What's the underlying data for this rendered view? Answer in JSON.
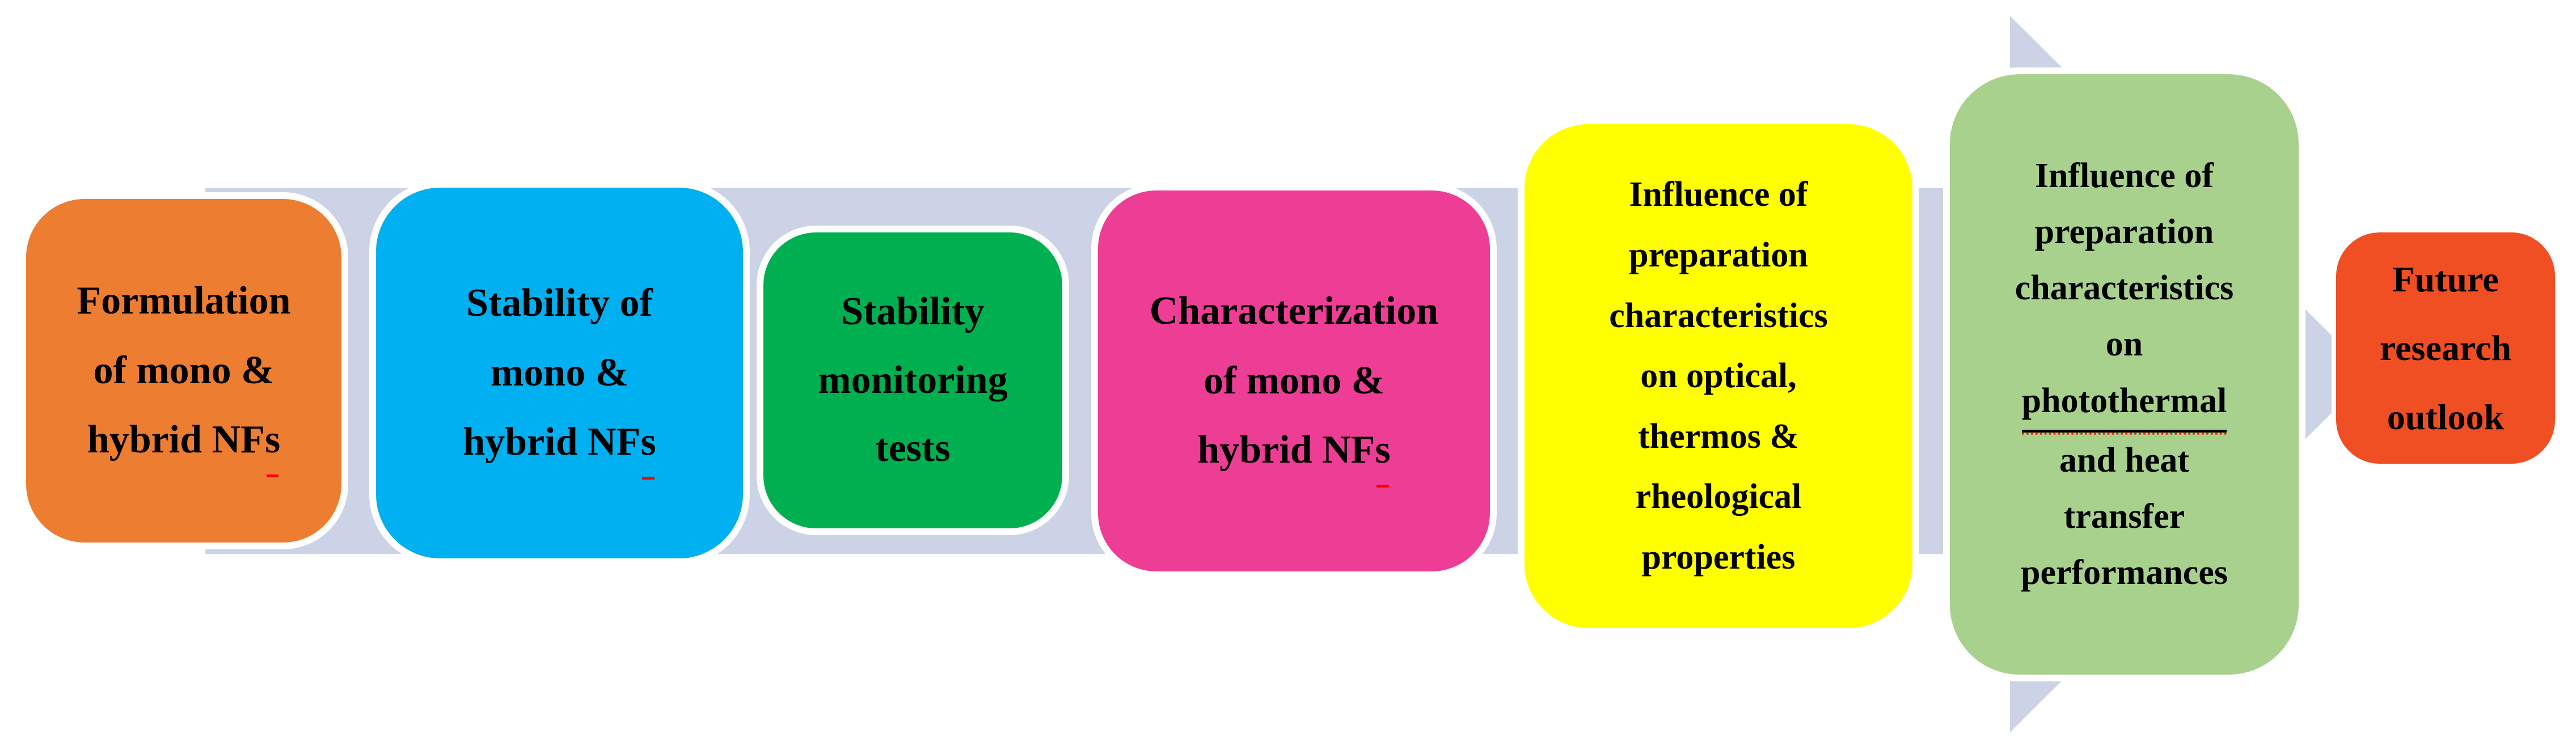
{
  "figure": {
    "description": "Process flow diagram of mono and hybrid nanofluid (NF) research stages on a right-pointing arrow band",
    "colors": {
      "background": "#FFFFFF",
      "arrow": "#CDD3E7",
      "box_border": "#FFFFFF",
      "text": "#000000",
      "spellcheck_red": "#FF0000"
    },
    "arrow": {
      "direction": "right"
    },
    "boxes": [
      {
        "text": "Formulation of mono & hybrid NFs",
        "fill": "#ED7D31",
        "lines": [
          {
            "t": "Formulation"
          },
          {
            "t": "of mono &"
          },
          {
            "t": "hybrid NFs",
            "mark": "red-last"
          }
        ]
      },
      {
        "text": "Stability of mono & hybrid NFs",
        "fill": "#00B0F0",
        "lines": [
          {
            "t": "Stability of"
          },
          {
            "t": "mono &"
          },
          {
            "t": "hybrid NFs",
            "mark": "red-last"
          }
        ]
      },
      {
        "text": "Stability monitoring tests",
        "fill": "#00B050",
        "lines": [
          {
            "t": "Stability"
          },
          {
            "t": "monitoring"
          },
          {
            "t": "tests"
          }
        ]
      },
      {
        "text": "Characterization of mono & hybrid NFs",
        "fill": "#ED3D95",
        "lines": [
          {
            "t": "Characterization"
          },
          {
            "t": "of mono &"
          },
          {
            "t": "hybrid NFs",
            "mark": "red-last"
          }
        ]
      },
      {
        "text": "Influence of preparation characteristics on optical, thermos & rheological properties",
        "fill": "#FFFF00",
        "lines": [
          {
            "t": "Influence of"
          },
          {
            "t": "preparation"
          },
          {
            "t": "characteristics"
          },
          {
            "t": "on optical,"
          },
          {
            "t": "thermos &"
          },
          {
            "t": "rheological"
          },
          {
            "t": "properties"
          }
        ]
      },
      {
        "text": "Influence of preparation characteristics on photothermal and heat transfer performances",
        "fill": "#A9D18E",
        "lines": [
          {
            "t": "Influence of"
          },
          {
            "t": "preparation"
          },
          {
            "t": "characteristics"
          },
          {
            "t": "on"
          },
          {
            "t": "photothermal",
            "mark": "underline-red"
          },
          {
            "t": "and heat"
          },
          {
            "t": "transfer"
          },
          {
            "t": "performances"
          }
        ]
      },
      {
        "text": "Future research outlook",
        "fill": "#F04E23",
        "lines": [
          {
            "t": "Future"
          },
          {
            "t": "research"
          },
          {
            "t": "outlook"
          }
        ]
      }
    ]
  }
}
